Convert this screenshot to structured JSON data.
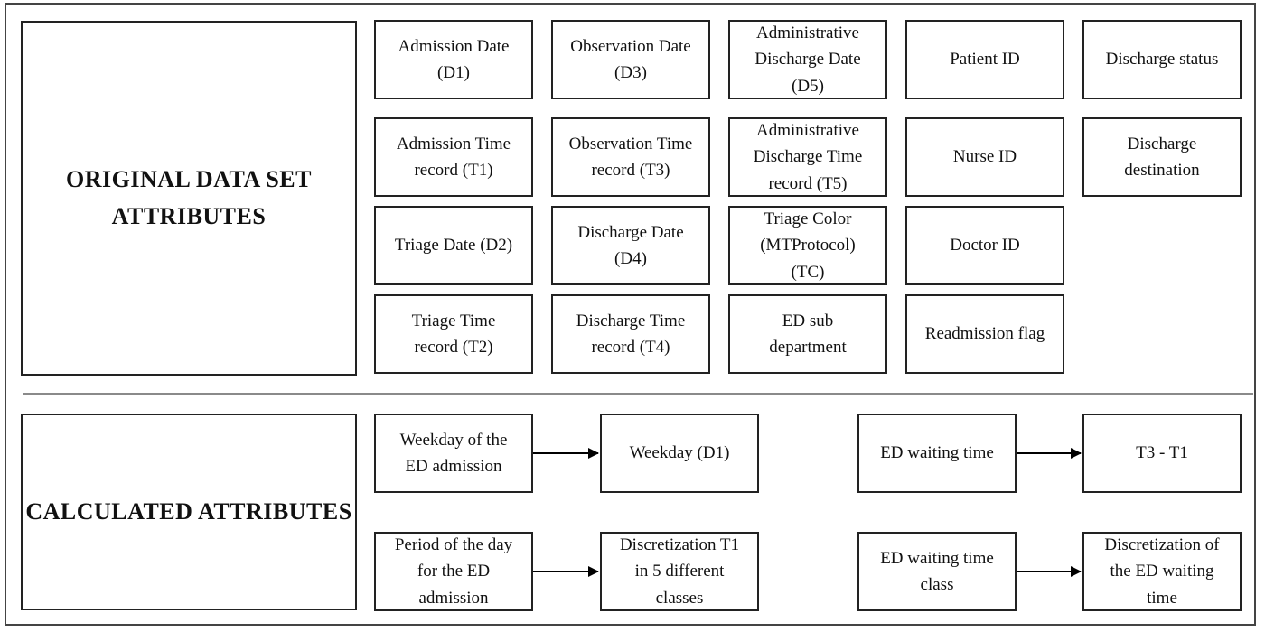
{
  "sections": {
    "original_title": "ORIGINAL  DATA SET\nATTRIBUTES",
    "calculated_title": "CALCULATED ATTRIBUTES"
  },
  "original": {
    "admission_date": "Admission Date\n(D1)",
    "observation_date": "Observation Date\n(D3)",
    "admin_discharge_date": "Administrative\nDischarge Date\n(D5)",
    "patient_id": "Patient ID",
    "discharge_status": "Discharge status",
    "admission_time": "Admission Time\nrecord (T1)",
    "observation_time": "Observation Time\nrecord (T3)",
    "admin_discharge_time": "Administrative\nDischarge Time\nrecord (T5)",
    "nurse_id": "Nurse ID",
    "discharge_destination": "Discharge\ndestination",
    "triage_date": "Triage Date (D2)",
    "discharge_date": "Discharge Date\n(D4)",
    "triage_color": "Triage Color\n(MTProtocol)\n(TC)",
    "doctor_id": "Doctor ID",
    "triage_time": "Triage Time\nrecord (T2)",
    "discharge_time": "Discharge Time\nrecord (T4)",
    "ed_sub_department": "ED sub\ndepartment",
    "readmission_flag": "Readmission flag"
  },
  "calculated": {
    "weekday_src": "Weekday of the\nED admission",
    "weekday_dst": "Weekday (D1)",
    "period_src": "Period of the day\nfor the ED\nadmission",
    "period_dst": "Discretization T1\nin 5 different\nclasses",
    "wait_src": "ED waiting time",
    "wait_dst": "T3 - T1",
    "waitclass_src": "ED waiting time\nclass",
    "waitclass_dst": "Discretization of\nthe ED waiting\ntime"
  }
}
